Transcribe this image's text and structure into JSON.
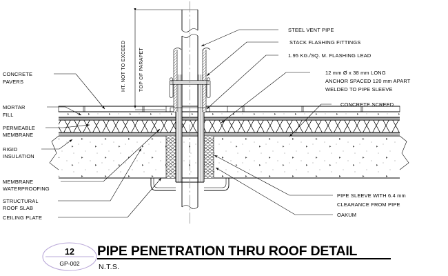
{
  "drawing": {
    "title": "PIPE PENETRATION THRU ROOF DETAIL",
    "scale_note": "N.T.S.",
    "detail_number": "12",
    "sheet_reference": "GP-002",
    "bubble_color": "#b9a8d8"
  },
  "dimension": {
    "line1": "HT. NOT TO EXCEED",
    "line2": "TOP OF PARAPET"
  },
  "labels_left": [
    {
      "id": "concrete-pavers",
      "lines": [
        "CONCRETE",
        "PAVERS"
      ]
    },
    {
      "id": "mortar-fill",
      "lines": [
        "MORTAR",
        "FILL"
      ]
    },
    {
      "id": "permeable-membrane",
      "lines": [
        "PERMEABLE",
        "MEMBRANE"
      ]
    },
    {
      "id": "rigid-insulation",
      "lines": [
        "RIGID",
        "INSULATION"
      ]
    },
    {
      "id": "membrane-waterproofing",
      "lines": [
        "MEMBRANE",
        "WATERPROOFING"
      ]
    },
    {
      "id": "structural-roof-slab",
      "lines": [
        "STRUCTURAL",
        "ROOF SLAB"
      ]
    },
    {
      "id": "ceiling-plate",
      "lines": [
        "CEILING PLATE"
      ]
    }
  ],
  "labels_right": [
    {
      "id": "steel-vent-pipe",
      "lines": [
        "STEEL VENT PIPE"
      ]
    },
    {
      "id": "stack-flashing-fittings",
      "lines": [
        "STACK FLASHING FITTINGS"
      ]
    },
    {
      "id": "flashing-lead",
      "lines": [
        "1.95 KG./SQ. M. FLASHING LEAD"
      ]
    },
    {
      "id": "anchor-note",
      "lines": [
        "12 mm Ø x 38 mm LONG",
        "ANCHOR SPACED 120 mm APART",
        "WELDED TO PIPE SLEEVE"
      ]
    },
    {
      "id": "concrete-screed",
      "lines": [
        "CONCRETE SCREED"
      ]
    },
    {
      "id": "pipe-sleeve",
      "lines": [
        "PIPE SLEEVE WITH 6.4 mm",
        "CLEARANCE FROM PIPE"
      ]
    },
    {
      "id": "oakum",
      "lines": [
        "OAKUM"
      ]
    }
  ]
}
